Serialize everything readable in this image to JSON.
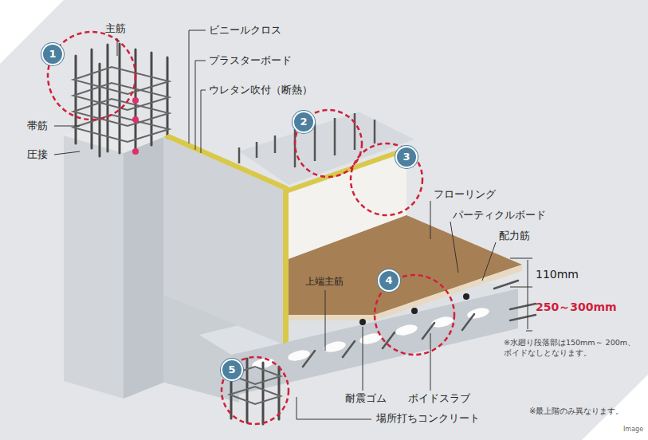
{
  "diagram": {
    "labels": [
      "1",
      "2",
      "3",
      "4",
      "5",
      "主筋",
      "帯筋",
      "圧接",
      "ビニールクロス",
      "プラスターボード",
      "ウレタン吹付（断熱）",
      "フローリング",
      "パーティクルボード",
      "配力筋",
      "110mm",
      "250～300mm",
      "上端主筋",
      "※水廻り段落部は150mm～ 200m、ボイドなしとなります。",
      "耐震ゴム",
      "ボイドスラブ",
      "場所打ちコンクリート",
      "※最上階のみ異なります。",
      "Image"
    ]
  }
}
